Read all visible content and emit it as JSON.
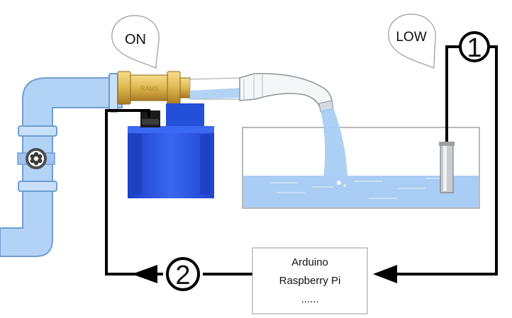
{
  "valve_bubble": {
    "label": "ON"
  },
  "sensor_bubble": {
    "label": "LOW"
  },
  "markers": {
    "sensor_number": "1",
    "valve_number": "2"
  },
  "controller": {
    "line1": "Arduino",
    "line2": "Raspberry Pi",
    "line3": "......"
  },
  "colors": {
    "pipe_fill": "#b3d3f6",
    "pipe_stroke": "#6f9ed3",
    "water": "#a9cdf4",
    "brass": "#e2bb55",
    "actuator": "#2b57e0",
    "wire": "#000000"
  },
  "icons": [
    "pipe-flange-gear-icon",
    "brass-valve-icon",
    "actuator-icon",
    "faucet-spout-icon",
    "water-level-sensor-icon",
    "arrow-left-icon"
  ]
}
